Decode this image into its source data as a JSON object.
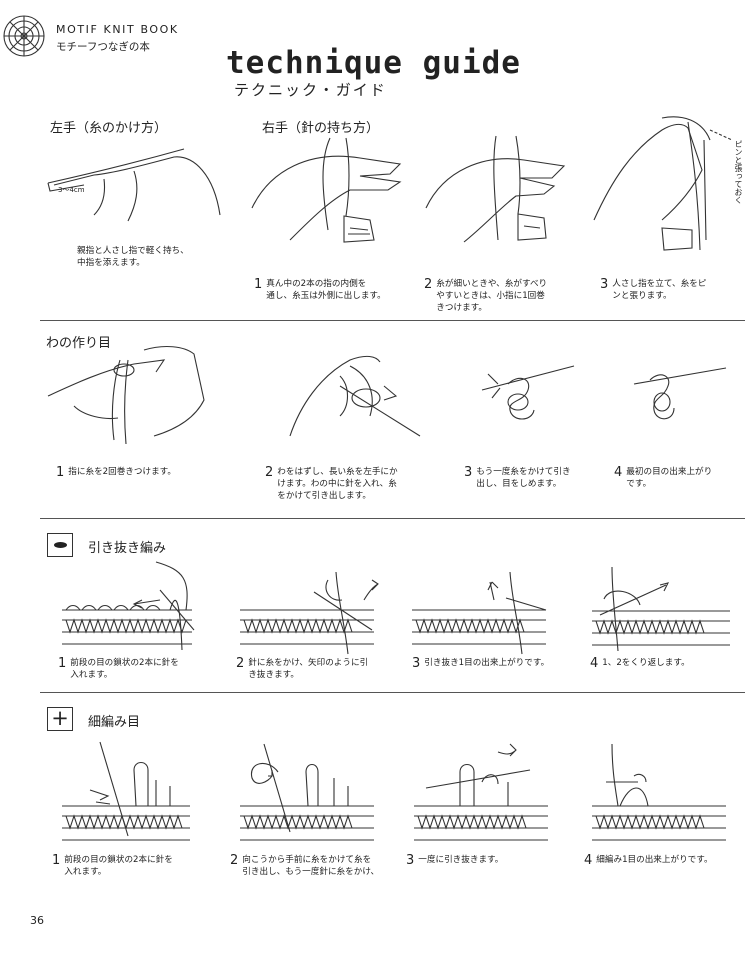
{
  "header": {
    "book_title": "MOTIF KNIT BOOK",
    "book_subtitle": "モチーフつなぎの本",
    "title": "technique guide",
    "subtitle": "テクニック・ガイド"
  },
  "section_hands": {
    "left_heading": "左手（糸のかけ方）",
    "right_heading": "右手（針の持ち方）",
    "measure_label": "3〜4cm",
    "left_caption": [
      "親指と人さし指で軽く持ち、",
      "中指を添えます。"
    ],
    "side_note": "ピンと張っておく",
    "steps": [
      {
        "num": "1",
        "lines": [
          "真ん中の2本の指の内側を",
          "通し、糸玉は外側に出します。"
        ]
      },
      {
        "num": "2",
        "lines": [
          "糸が細いときや、糸がすべり",
          "やすいときは、小指に1回巻",
          "きつけます。"
        ]
      },
      {
        "num": "3",
        "lines": [
          "人さし指を立て、糸をピ",
          "ンと張ります。"
        ]
      }
    ]
  },
  "section_ring": {
    "heading": "わの作り目",
    "steps": [
      {
        "num": "1",
        "lines": [
          "指に糸を2回巻きつけます。"
        ]
      },
      {
        "num": "2",
        "lines": [
          "わをはずし、長い糸を左手にか",
          "けます。わの中に針を入れ、糸",
          "をかけて引き出します。"
        ]
      },
      {
        "num": "3",
        "lines": [
          "もう一度糸をかけて引き",
          "出し、目をしめます。"
        ]
      },
      {
        "num": "4",
        "lines": [
          "最初の目の出来上がり",
          "です。"
        ]
      }
    ]
  },
  "section_slip": {
    "heading": "引き抜き編み",
    "steps": [
      {
        "num": "1",
        "lines": [
          "前段の目の鎖状の2本に針を",
          "入れます。"
        ]
      },
      {
        "num": "2",
        "lines": [
          "針に糸をかけ、矢印のように引",
          "き抜きます。"
        ]
      },
      {
        "num": "3",
        "lines": [
          "引き抜き1目の出来上がりです。"
        ]
      },
      {
        "num": "4",
        "lines": [
          "1、2をくり返します。"
        ]
      }
    ]
  },
  "section_single": {
    "heading": "細編み目",
    "steps": [
      {
        "num": "1",
        "lines": [
          "前段の目の鎖状の2本に針を",
          "入れます。"
        ]
      },
      {
        "num": "2",
        "lines": [
          "向こうから手前に糸をかけて糸を",
          "引き出し、もう一度針に糸をかけ、"
        ]
      },
      {
        "num": "3",
        "lines": [
          "一度に引き抜きます。"
        ]
      },
      {
        "num": "4",
        "lines": [
          "細編み1目の出来上がりです。"
        ]
      }
    ]
  },
  "footer": {
    "page_number": "36"
  }
}
